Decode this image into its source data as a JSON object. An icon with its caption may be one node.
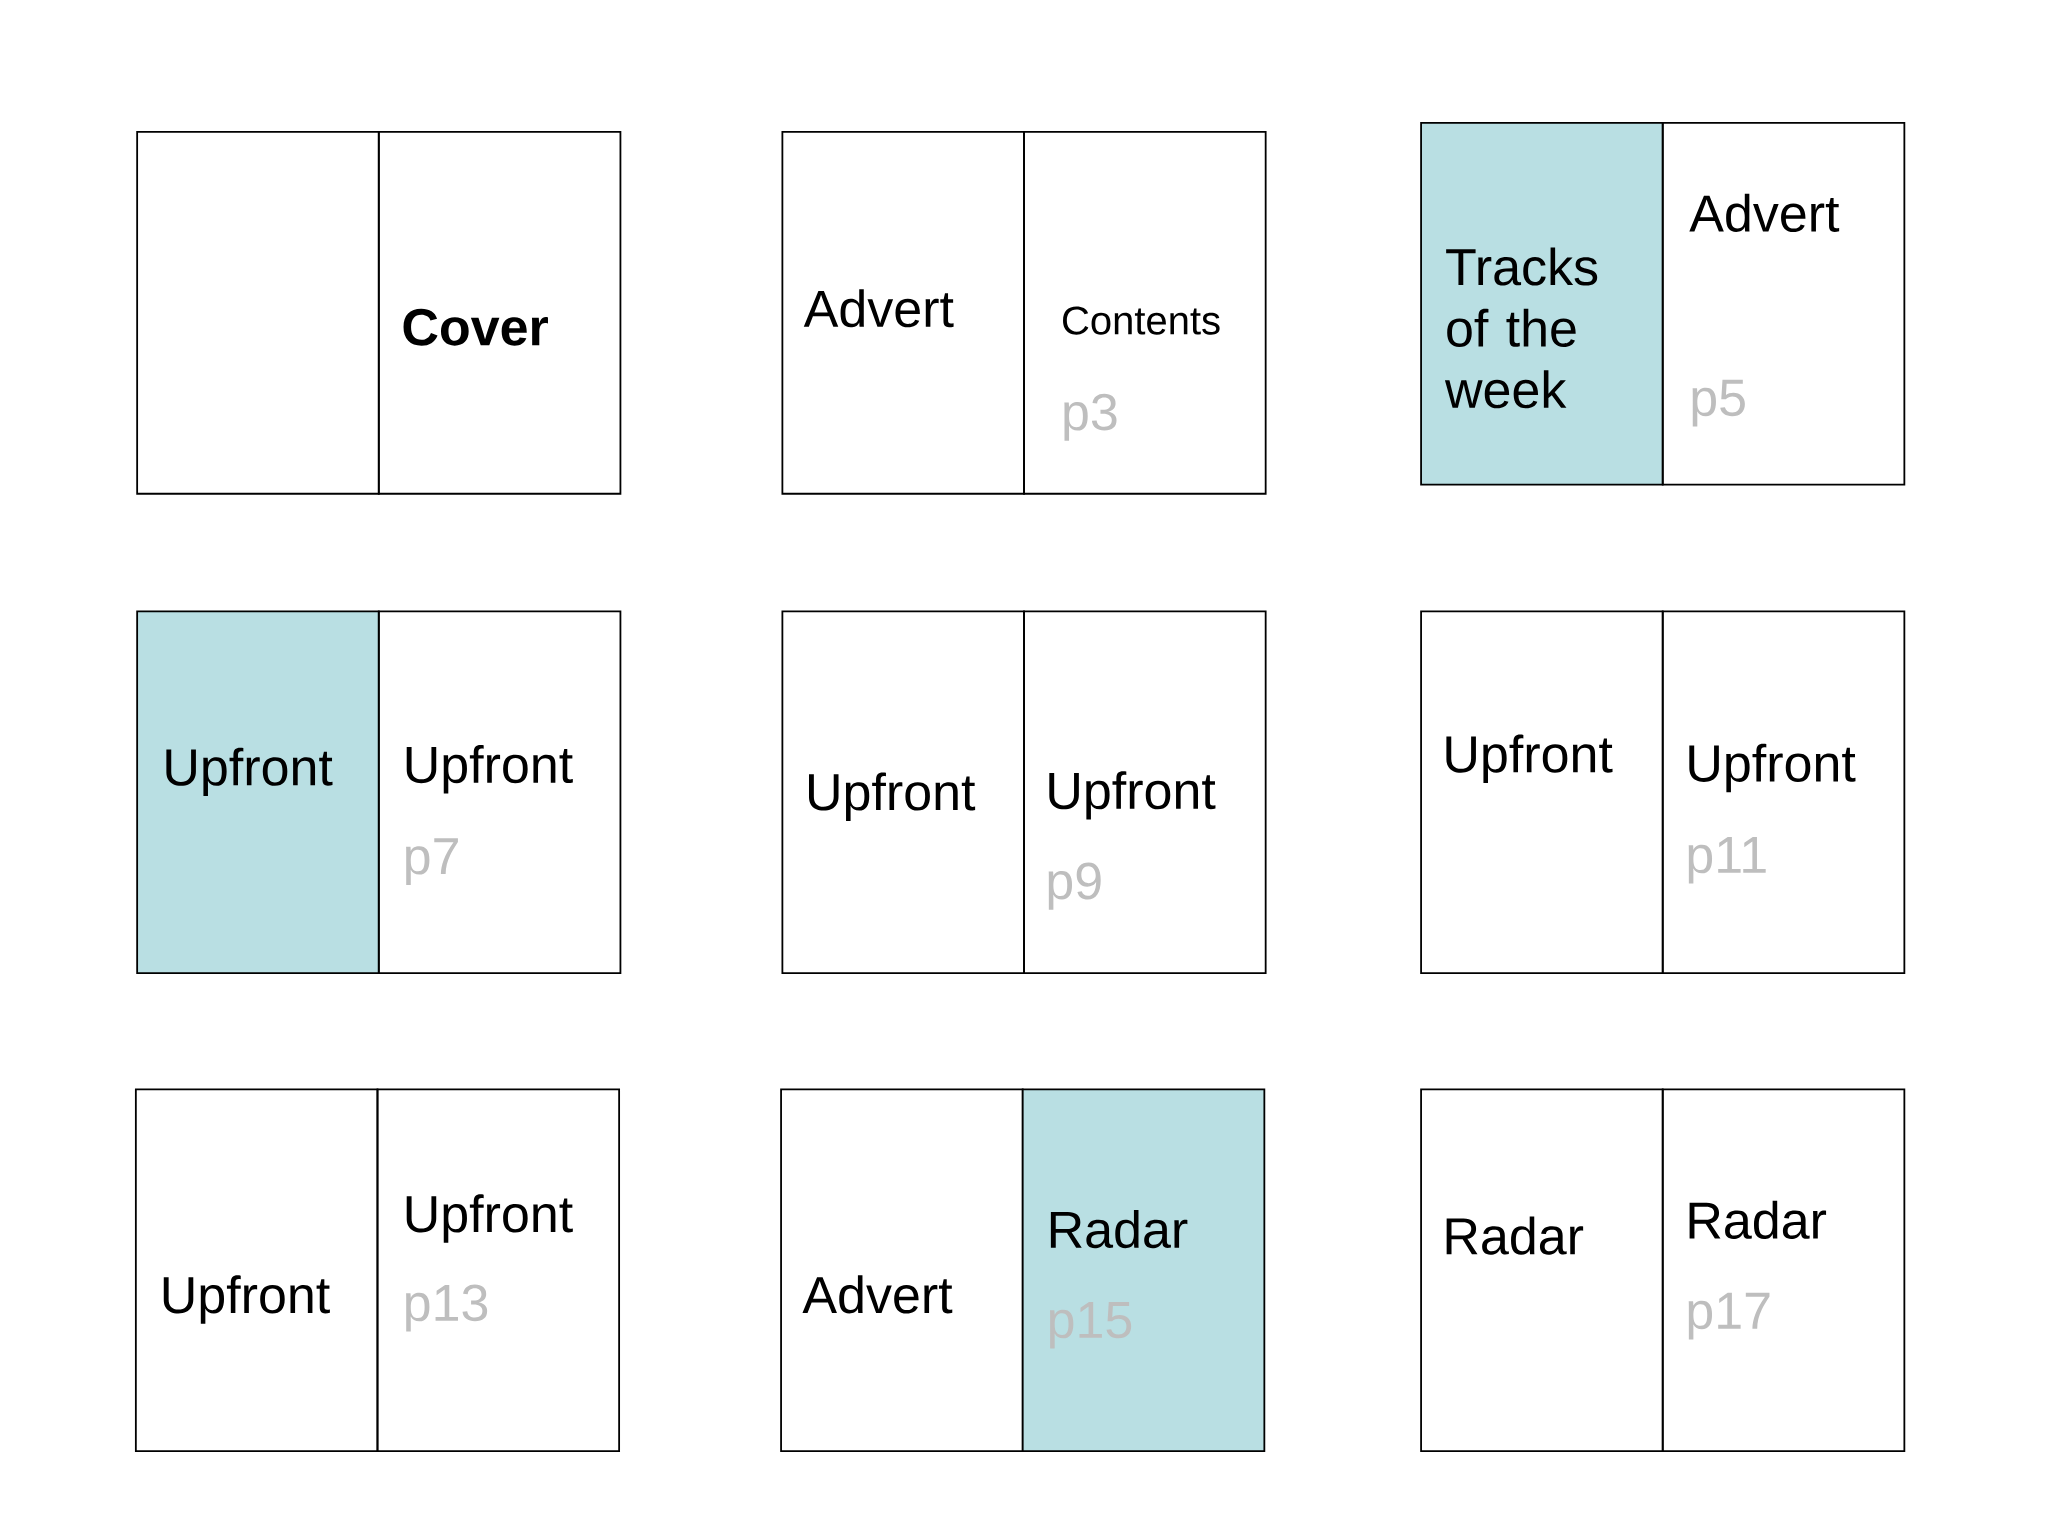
{
  "diagram": {
    "nodes": [
      {
        "text": [],
        "shape": "box"
      },
      {
        "text": [
          "Cover"
        ]
      },
      {
        "text": [
          "Advert"
        ]
      },
      {
        "text": [
          "Contents",
          "p3"
        ]
      },
      {
        "text": [
          "Tracks of the week"
        ]
      },
      {
        "text": [
          "Advert",
          "p5"
        ]
      },
      {
        "text": [
          "Upfront"
        ]
      },
      {
        "text": [
          "Upfront",
          "p7"
        ]
      },
      {
        "text": [
          "Upfront"
        ]
      },
      {
        "text": [
          "Upfront",
          "p9"
        ]
      },
      {
        "text": [
          "Upfront"
        ]
      },
      {
        "text": [
          "Upfront",
          "p11"
        ]
      },
      {
        "text": [
          "Upfront"
        ]
      },
      {
        "text": [
          "Upfront",
          "p13"
        ]
      },
      {
        "text": [
          "Advert"
        ]
      },
      {
        "text": [
          "Radar",
          "p15"
        ]
      },
      {
        "text": [
          "Radar"
        ]
      },
      {
        "text": [
          "Radar",
          "p17"
        ]
      }
    ]
  }
}
